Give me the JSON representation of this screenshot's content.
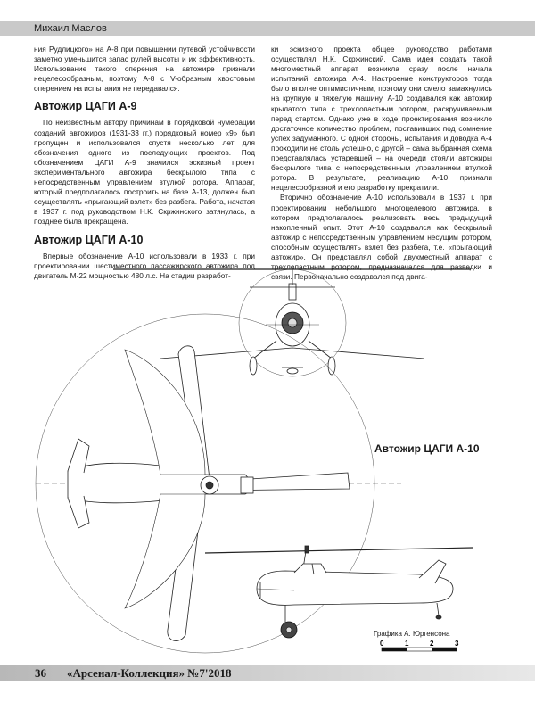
{
  "header": {
    "author": "Михаил Маслов"
  },
  "left_column": {
    "p1": "ния Рудлицкого» на А-8 при повышении путевой устойчивости заметно уменьшится запас рулей высоты и их эффективность. Использование такого оперения на автожире признали нецелесообразным, поэтому А-8 с V-образным хвостовым оперением на испытания не передавался.",
    "h1": "Автожир ЦАГИ А-9",
    "p2": "По неизвестным автору причинам в порядковой нумерации созданий автожиров (1931-33 гг.) порядковый номер «9» был пропущен и использовался спустя несколько лет для обозначения одного из последующих проектов. Под обозначением ЦАГИ А-9 значился эскизный проект экспериментального автожира бескрылого типа с непосредственным управлением втулкой ротора. Аппарат, который предполагалось построить на базе А-13, должен был осуществлять «прыгающий взлет» без разбега. Работа, начатая в 1937 г. под руководством Н.К. Скржинского затянулась, а позднее была прекращена.",
    "h2": "Автожир ЦАГИ А-10",
    "p3": "Впервые обозначение А-10 использовали в 1933 г. при проектировании шестиместного пассажирского автожира под двигатель М-22 мощностью 480 л.с. На стадии разработ-"
  },
  "right_column": {
    "p1": "ки эскизного проекта общее руководство работами осуществлял Н.К. Скржинский. Сама идея создать такой многоместный аппарат возникла сразу после начала испытаний автожира А-4. Настроение конструкторов тогда было вполне оптимистичным, поэтому они смело замахнулись на крупную и тяжелую машину. А-10 создавался как автожир крылатого типа с трехлопастным ротором, раскручиваемым перед стартом. Однако уже в ходе проектирования возникло достаточное количество проблем, поставивших под сомнение успех задуманного. С одной стороны, испытания и доводка А-4 проходили не столь успешно, с другой – сама выбранная схема представлялась устаревшей – на очереди стояли автожиры бескрылого типа с непосредственным управлением втулкой ротора. В результате, реализацию А-10 признали нецелесообразной и его разработку прекратили.",
    "p2": "Вторично обозначение А-10 использовали в 1937 г. при проектировании небольшого многоцелевого автожира, в котором предполагалось реализовать весь предыдущий накопленный опыт. Этот А-10 создавался как бескрылый автожир с непосредственным управлением несущим ротором, способным осуществлять взлет без разбега, т.е. «прыгающий автожир». Он представлял собой двухместный аппарат с трехлопастным ротором, предназначался для разведки и связи. Первоначально создавался под двига-"
  },
  "figure": {
    "caption": "Автожир ЦАГИ А-10",
    "credit": "Графика А. Юргенсона",
    "scale_labels": [
      "0",
      "1",
      "2",
      "3"
    ]
  },
  "footer": {
    "page_number": "36",
    "magazine": "«Арсенал-Коллекция» №7'2018"
  }
}
